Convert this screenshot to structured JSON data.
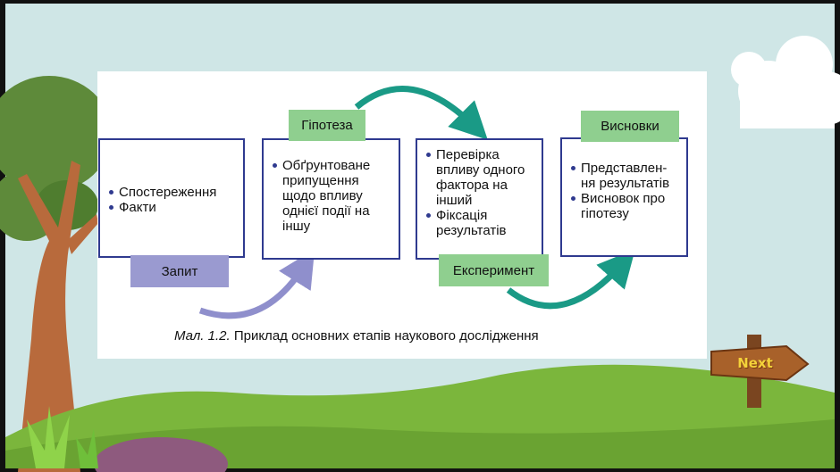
{
  "diagram": {
    "caption_label": "Мал. 1.2.",
    "caption_text": "Приклад основних етапів наукового дослідження",
    "stages": [
      {
        "tag": "Запит",
        "items": [
          "Спостереження",
          "Факти"
        ]
      },
      {
        "tag": "Гіпотеза",
        "items": [
          "Обґрунтоване припущення щодо впливу однієї події на іншу"
        ]
      },
      {
        "tag": "Експеримент",
        "items": [
          "Перевірка впливу одного фактора на інший",
          "Фіксація результатів"
        ]
      },
      {
        "tag": "Висновки",
        "items": [
          "Представлен-ня результатів",
          "Висновок про гіпотезу"
        ]
      }
    ]
  },
  "nav": {
    "next_label": "Next"
  },
  "colors": {
    "sky": "#cfe6e6",
    "grass": "#7bb63c",
    "box_border": "#2f3a8f",
    "green_tag": "#8fcf8f",
    "purple_tag": "#9a9ad0",
    "teal_arrow": "#1a9a86",
    "purple_arrow": "#8f8fcc"
  }
}
